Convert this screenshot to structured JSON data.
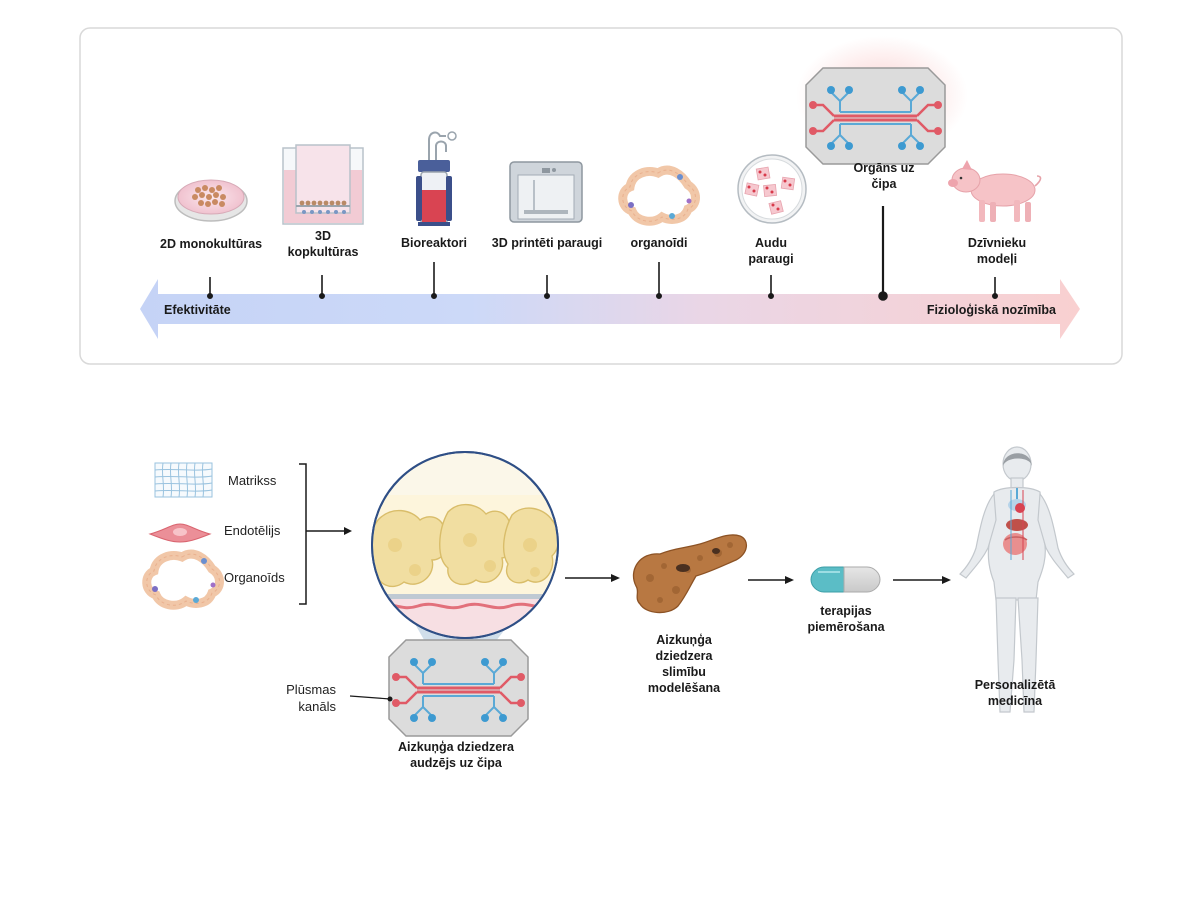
{
  "timeline": {
    "models": [
      {
        "id": "2d",
        "label": "2D monokultūras"
      },
      {
        "id": "3d",
        "label": "3D kopkultūras"
      },
      {
        "id": "bio",
        "label": "Bioreaktori"
      },
      {
        "id": "print",
        "label": "3D printēti paraugi"
      },
      {
        "id": "org",
        "label": "organoīdi"
      },
      {
        "id": "tissue",
        "label": "Audu paraugi"
      },
      {
        "id": "chip",
        "label": "Orgāns uz čipa"
      },
      {
        "id": "animal",
        "label": "Dzīvnieku modeļi"
      }
    ],
    "left_label": "Efektivitāte",
    "right_label": "Fizioloģiskā nozīmība",
    "colors": {
      "left": "#c9d6f7",
      "right": "#f9d3d3",
      "chip_glow": "#f6b5b5"
    }
  },
  "workflow": {
    "legend": [
      {
        "label": "Matrikss",
        "icon": "matrix-grid-icon"
      },
      {
        "label": "Endotēlijs",
        "icon": "endothelial-cell-icon"
      },
      {
        "label": "Organoīds",
        "icon": "organoid-icon"
      }
    ],
    "flow_channel_label": "Plūsmas kanāls",
    "chip_caption": "Aizkuņģa dziedzera audzējs uz čipa",
    "pancreas_caption": "Aizkuņģa dziedzera slimību modelēšana",
    "therapy_caption": "terapijas piemērošana",
    "person_caption": "Personalizētā medicīna",
    "colors": {
      "channel_red": "#e05a66",
      "channel_blue": "#5aa9d6",
      "pill": "#5bbdc6"
    }
  }
}
